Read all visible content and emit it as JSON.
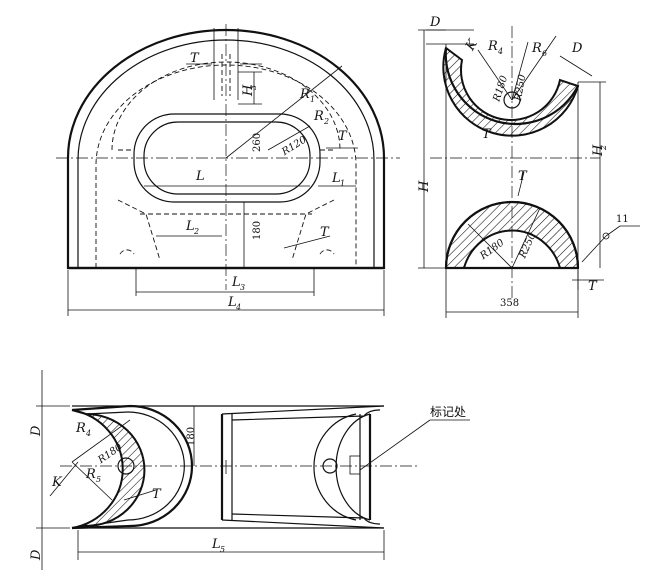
{
  "labels": {
    "T": "T",
    "H": "H",
    "H3": "3",
    "H2": "2",
    "R": "R",
    "R1": "1",
    "R2": "2",
    "R4": "4",
    "R5": "5",
    "R6": "6",
    "L": "L",
    "L1": "1",
    "L2": "2",
    "L3": "3",
    "L4": "4",
    "L5": "5",
    "D": "D",
    "K": "K",
    "R120": "R120",
    "R180": "R180",
    "R250": "R250",
    "v260": "260",
    "v180": "180",
    "v358": "358",
    "v11": "11",
    "mark": "标记处"
  }
}
